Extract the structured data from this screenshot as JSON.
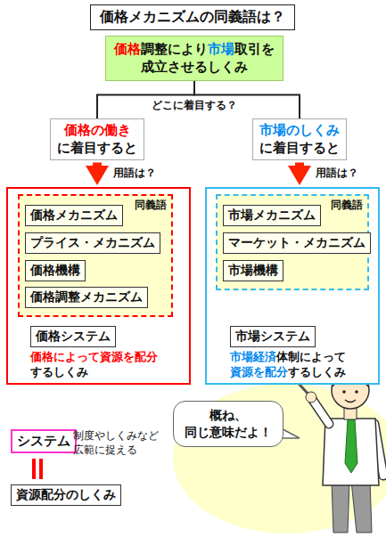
{
  "diagram": {
    "title": "価格メカニズムの同義語は？",
    "nodes": [
      {
        "text": [
          "価格",
          "調整により",
          "市場",
          "取引を",
          "成立させるしくみ"
        ]
      },
      {
        "text": [
          "価格の働き",
          "に着目すると"
        ]
      },
      {
        "text": [
          "市場のしくみ",
          "に着目すると"
        ]
      },
      {
        "text": [
          "価格によって資源を配分",
          "するしくみ"
        ]
      },
      {
        "text": [
          "同義語"
        ],
        "in": 3
      },
      {
        "text": [
          "価格メカニズム"
        ],
        "in": 4
      },
      {
        "text": [
          "プライス・メカニズム"
        ],
        "in": 4
      },
      {
        "text": [
          "価格機構"
        ],
        "in": 4
      },
      {
        "text": [
          "価格調整メカニズム"
        ],
        "in": 4
      },
      {
        "text": [
          "価格システム"
        ],
        "in": 3
      },
      {
        "text": [
          "市場経済",
          "体制によって",
          "資源を配分",
          "するしくみ"
        ]
      },
      {
        "text": [
          "同義語"
        ],
        "in": 10
      },
      {
        "text": [
          "市場メカニズム"
        ],
        "in": 11
      },
      {
        "text": [
          "マーケット・メカニズム"
        ],
        "in": 11
      },
      {
        "text": [
          "市場機構"
        ],
        "in": 11
      },
      {
        "text": [
          "市場システム"
        ],
        "in": 10
      },
      {
        "text": [
          "システム"
        ]
      },
      {
        "text": [
          "資源配分のしくみ"
        ]
      },
      {
        "text": [
          "概ね、 同じ意味だよ！"
        ]
      }
    ],
    "edges": [
      {
        "from": 0,
        "to": 1,
        "arrow": "none",
        "label": "どこに着目する？"
      },
      {
        "from": 0,
        "to": 2,
        "arrow": "none"
      },
      {
        "from": 1,
        "to": 3,
        "arrow": "to",
        "label": "用語は？"
      },
      {
        "from": 2,
        "to": 10,
        "arrow": "to",
        "label": "用語は？"
      },
      {
        "from": 16,
        "to": 17,
        "arrow": "none"
      }
    ],
    "labels": [
      "制度やしくみなど 広範に捉える"
    ]
  }
}
